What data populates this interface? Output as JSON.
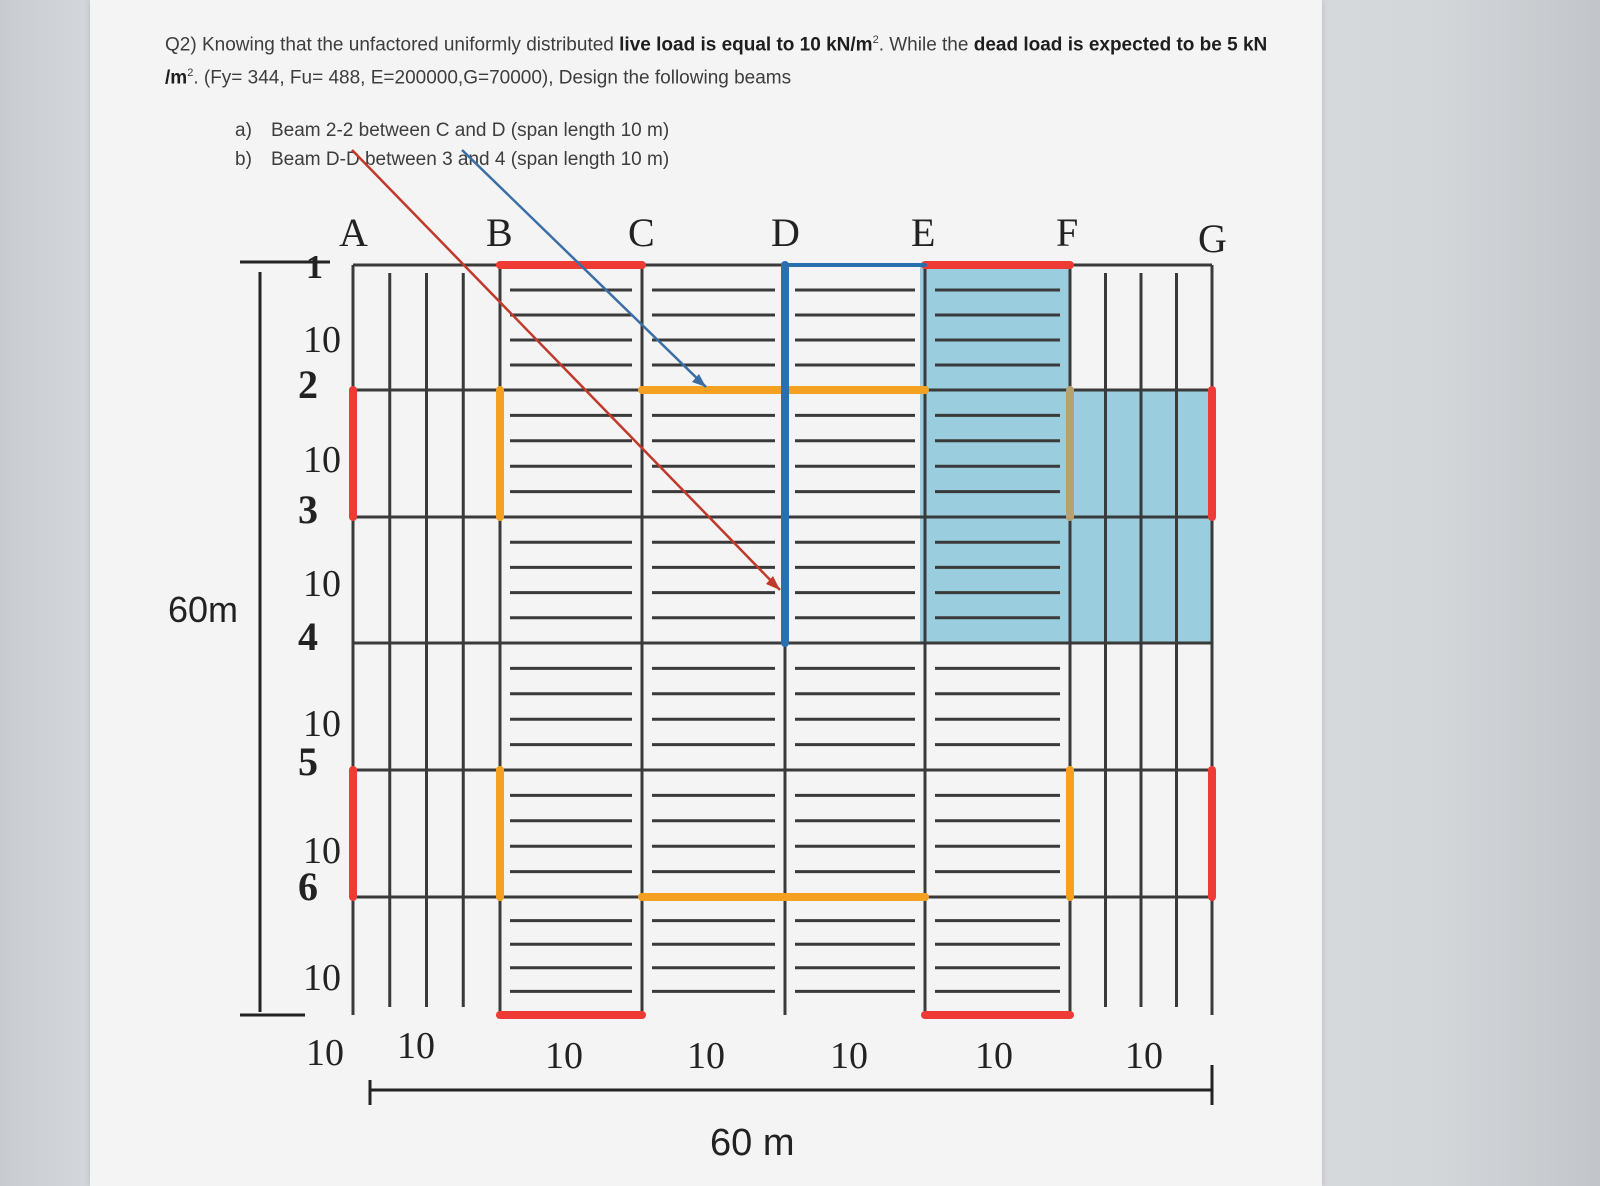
{
  "question": {
    "prefix": "Q2) Knowing that the unfactored uniformly distributed ",
    "live_bold": "live load is equal to 10 kN/m",
    "sup1": "2",
    "mid": ". While the ",
    "dead_bold": "dead load is expected to be 5 kN /m",
    "sup2": "2",
    "suffix": ". (Fy= 344, Fu= 488, E=200000,G=70000), Design the following beams"
  },
  "parts": [
    {
      "marker": "a)",
      "text": "Beam 2-2 between C and D (span length 10 m)"
    },
    {
      "marker": "b)",
      "text": "Beam D-D between 3 and 4 (span length 10 m)"
    }
  ],
  "plan": {
    "column_labels": [
      "A",
      "B",
      "C",
      "D",
      "E",
      "F",
      "G"
    ],
    "row_labels": [
      "1",
      "2",
      "3",
      "4",
      "5",
      "6"
    ],
    "row_spacings": [
      "10",
      "10",
      "10",
      "10",
      "10",
      "10"
    ],
    "bay_spacings": [
      "10",
      "10",
      "10",
      "10",
      "10",
      "10",
      "10"
    ],
    "total_height_label": "60m",
    "total_width_label": "60 m",
    "colors": {
      "red": "#ef3b36",
      "orange": "#f4a020",
      "blue": "#2a6fb0",
      "slab_blue": "#7cc0d6",
      "grid": "#3a3a3a",
      "arrow_red": "#c0392b",
      "arrow_blue": "#3a6ea5"
    }
  }
}
